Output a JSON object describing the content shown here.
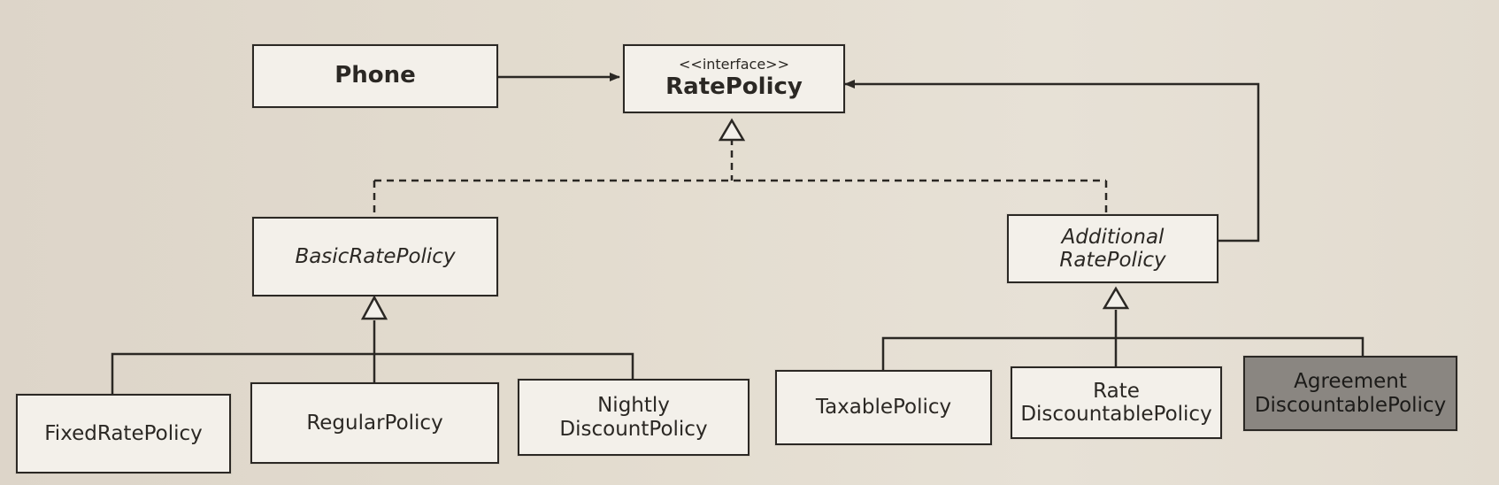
{
  "diagram": {
    "phone": {
      "label": "Phone"
    },
    "rate_policy": {
      "stereotype": "<<interface>>",
      "name": "RatePolicy"
    },
    "basic_rate_policy": {
      "name": "BasicRatePolicy"
    },
    "additional_rate_policy": {
      "line1": "Additional",
      "line2": "RatePolicy"
    },
    "fixed_rate_policy": {
      "name": "FixedRatePolicy"
    },
    "regular_policy": {
      "name": "RegularPolicy"
    },
    "nightly_discount_policy": {
      "line1": "Nightly",
      "line2": "DiscountPolicy"
    },
    "taxable_policy": {
      "name": "TaxablePolicy"
    },
    "rate_discountable_policy": {
      "line1": "Rate",
      "line2": "DiscountablePolicy"
    },
    "agreement_discountable_policy": {
      "line1": "Agreement",
      "line2": "DiscountablePolicy"
    }
  },
  "colors": {
    "line": "#2b2824",
    "box_fill": "#f3f0ea",
    "highlight_fill": "#8a8681"
  }
}
